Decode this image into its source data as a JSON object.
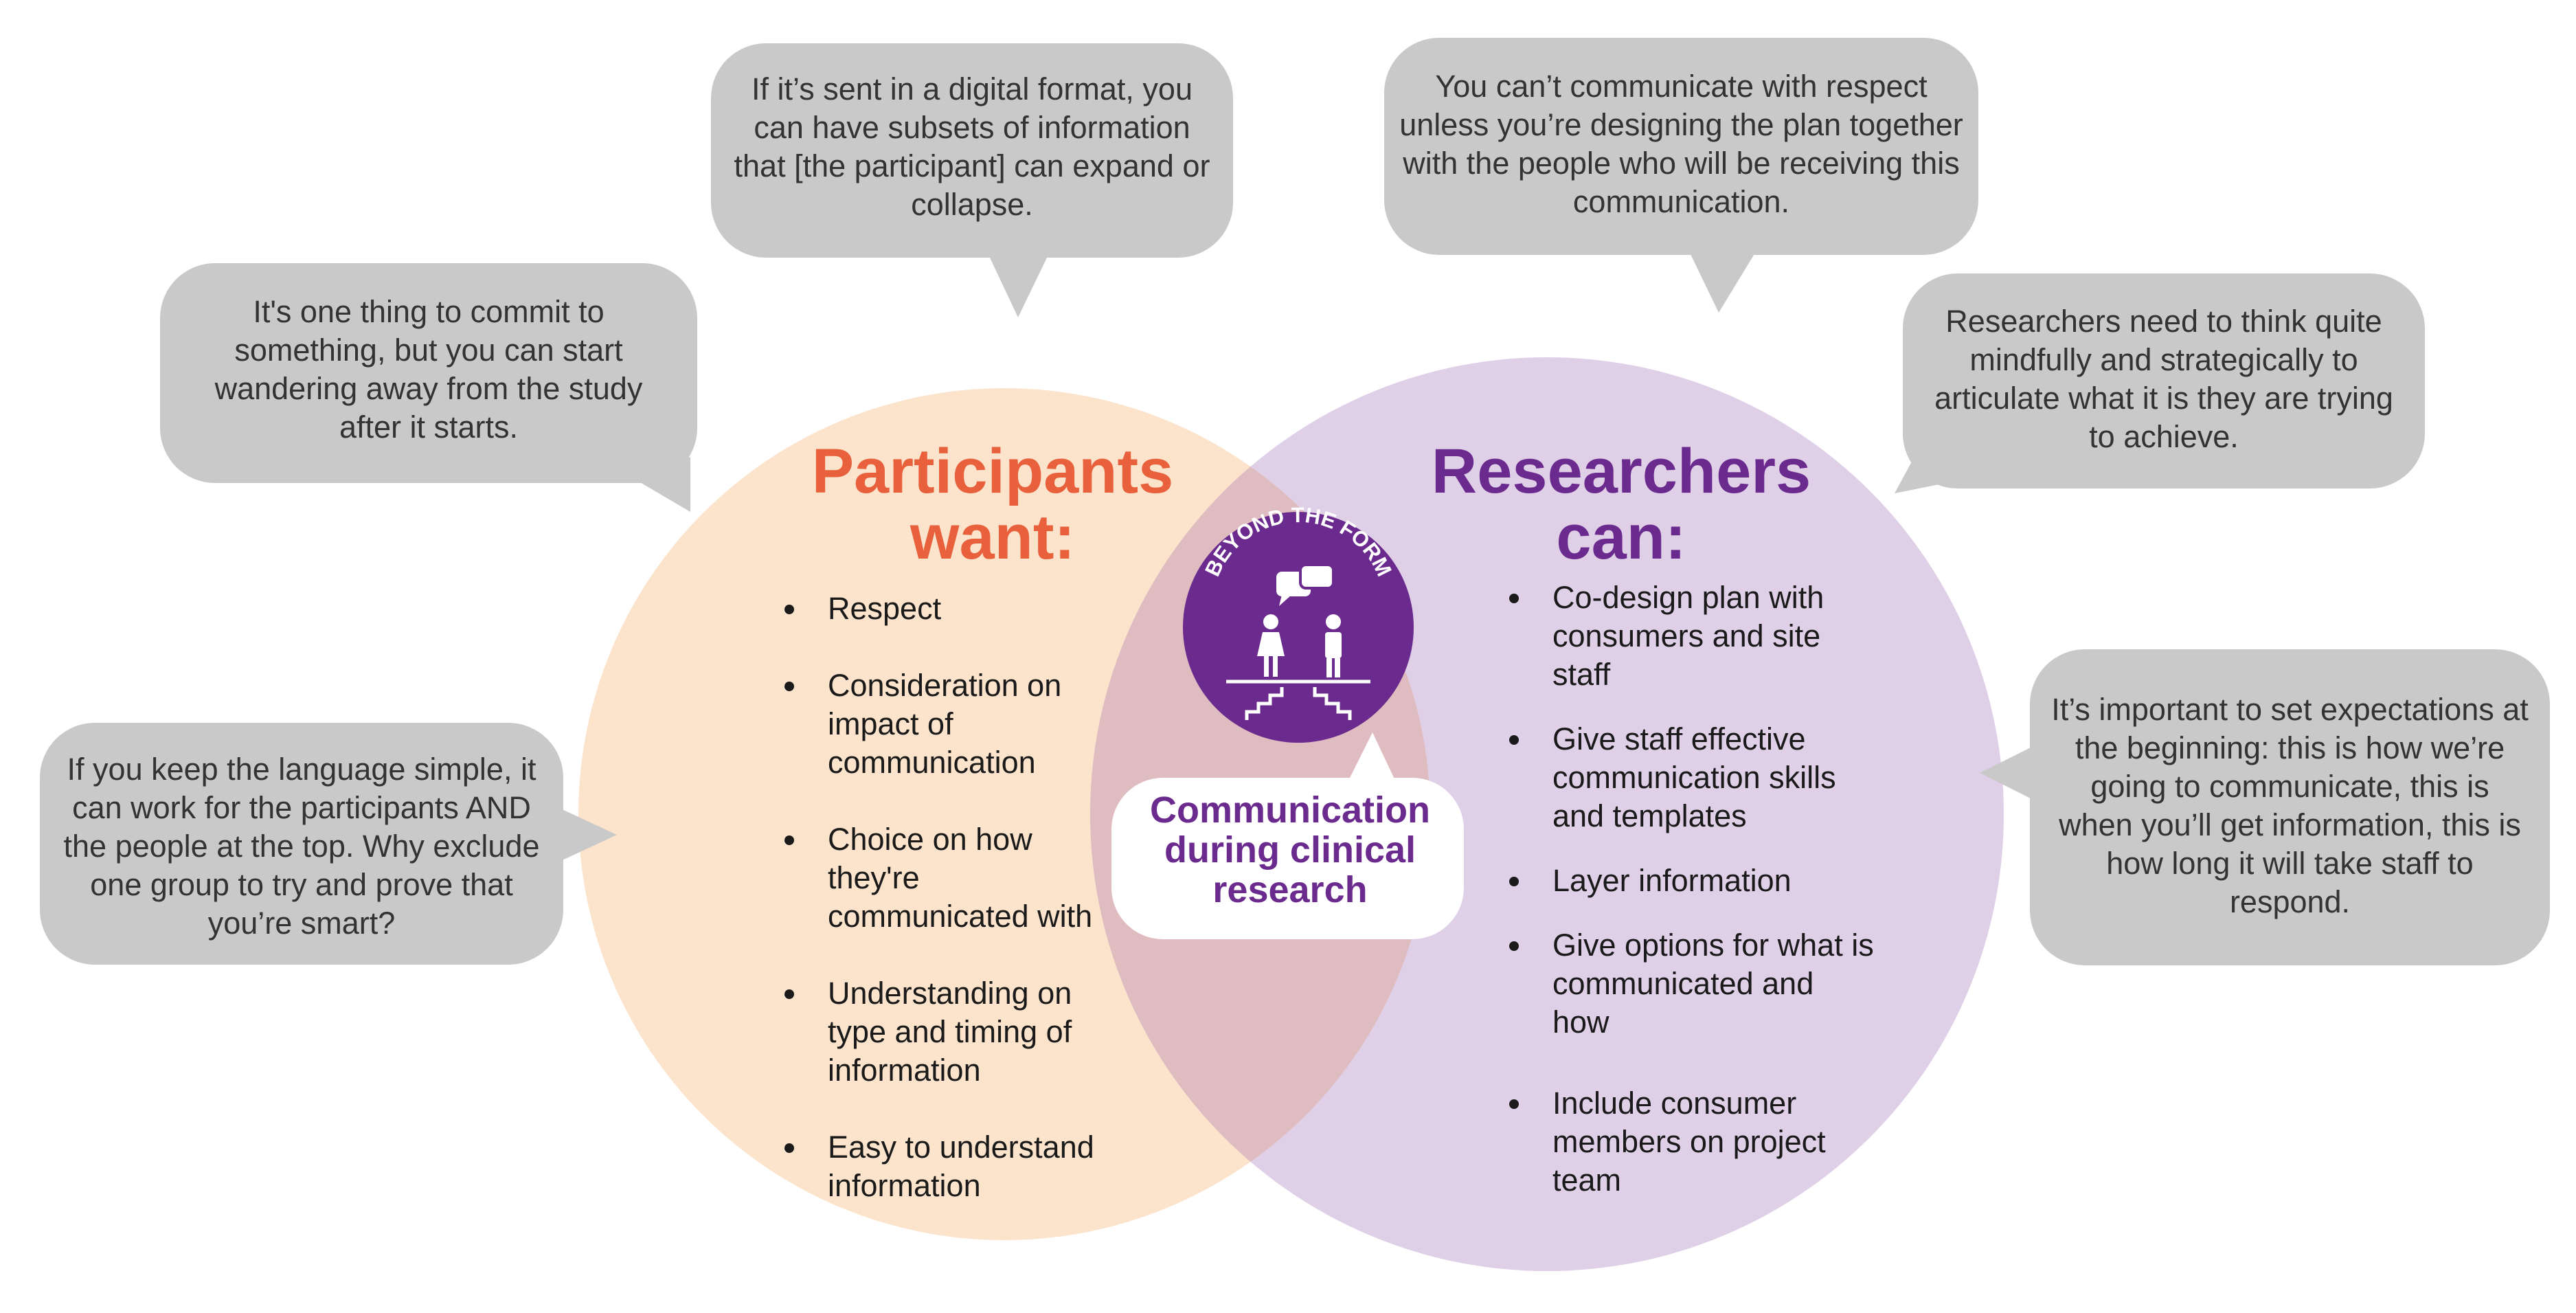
{
  "diagram": {
    "colors": {
      "left_circle": "#fce3cb",
      "right_circle": "#dfd0e8",
      "overlap": "#dfbcc0",
      "bubble": "#c9c9c9",
      "heading_left": "#e8603c",
      "heading_right": "#6b2a8e",
      "logo": "#6b2a8e"
    },
    "left": {
      "heading": "Participants\nwant:",
      "items": [
        "Respect",
        "Consideration on impact of communication",
        "Choice on how they're communicated with",
        "Understanding on type and timing of information",
        "Easy to understand information"
      ]
    },
    "right": {
      "heading": "Researchers\ncan:",
      "items": [
        "Co-design plan with consumers and site staff",
        "Give staff effective communication skills and templates",
        "Layer information",
        "Give options for what is communicated and how",
        "Include consumer members on project team"
      ]
    },
    "center": {
      "logo_text": "BEYOND THE FORM",
      "label": "Communication during clinical research"
    },
    "quotes": [
      "If it’s sent in a digital format, you can have subsets of information that [the participant] can expand or collapse.",
      "You can’t communicate with respect unless you’re designing the plan together with the people who will be receiving this communication.",
      "It's one thing to commit to something, but you can start wandering away from the study after it starts.",
      "Researchers need to think quite mindfully and strategically to articulate what it is they are trying to achieve.",
      "If you keep the language simple, it can work for the participants AND the people at the top. Why exclude one group to try and prove that you’re smart?",
      "It’s important to set expectations at the beginning: this is how we’re going to communicate, this is when you’ll get information, this is how long it will take staff to respond."
    ]
  }
}
